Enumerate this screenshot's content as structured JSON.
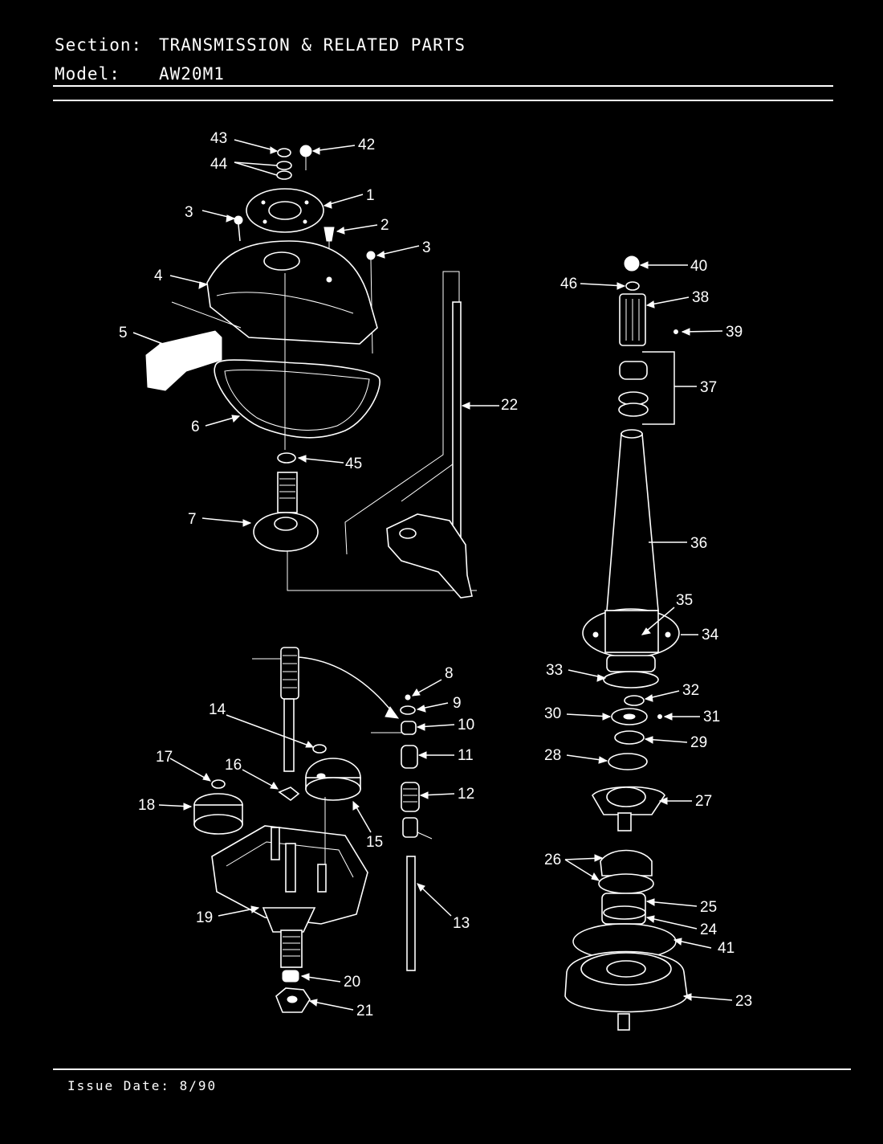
{
  "header": {
    "section_key": "Section:",
    "section_value": "TRANSMISSION & RELATED PARTS",
    "model_key": "Model:",
    "model_value": "AW20M1"
  },
  "footer": {
    "issue_date": "Issue Date: 8/90"
  },
  "callouts": [
    "43",
    "42",
    "44",
    "1",
    "3",
    "2",
    "3",
    "4",
    "5",
    "6",
    "45",
    "7",
    "22",
    "40",
    "46",
    "38",
    "39",
    "37",
    "36",
    "35",
    "34",
    "33",
    "32",
    "30",
    "31",
    "29",
    "28",
    "27",
    "26",
    "25",
    "24",
    "41",
    "23",
    "8",
    "9",
    "10",
    "11",
    "12",
    "13",
    "14",
    "17",
    "16",
    "18",
    "15",
    "19",
    "20",
    "21"
  ]
}
